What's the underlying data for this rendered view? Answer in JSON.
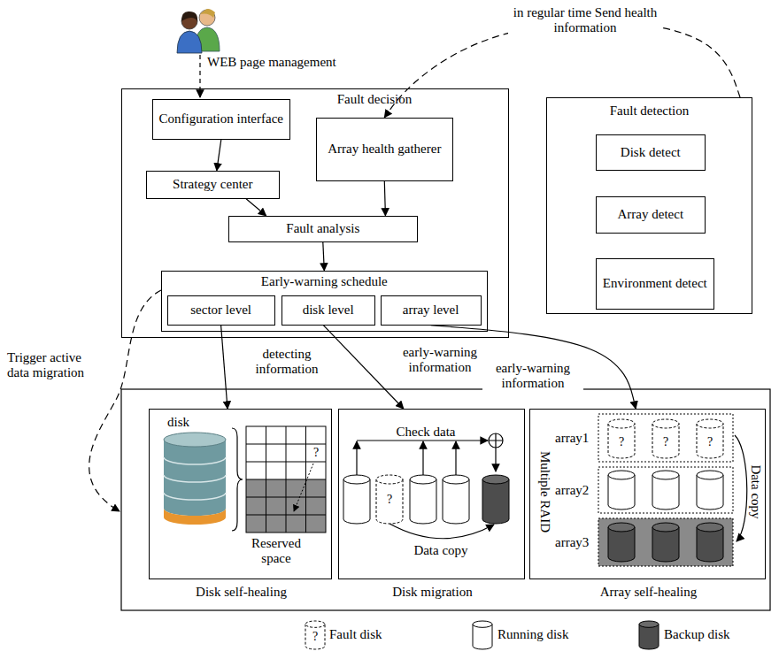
{
  "diagram": {
    "nodes": [
      {
        "text": [
          "Fault decision"
        ]
      },
      {
        "text": [
          "Configuration interface"
        ],
        "in": 0
      },
      {
        "text": [
          "Array health gatherer"
        ],
        "in": 0
      },
      {
        "text": [
          "Strategy center"
        ],
        "in": 0
      },
      {
        "text": [
          "Fault analysis"
        ],
        "in": 0
      },
      {
        "text": [
          "Early-warning schedule"
        ],
        "in": 0
      },
      {
        "text": [
          "sector level"
        ],
        "in": 5
      },
      {
        "text": [
          "disk level"
        ],
        "in": 5
      },
      {
        "text": [
          "array level"
        ],
        "in": 5
      },
      {
        "text": [
          "Fault detection"
        ]
      },
      {
        "text": [
          "Disk detect"
        ],
        "in": 9
      },
      {
        "text": [
          "Array detect"
        ],
        "in": 9
      },
      {
        "text": [
          "Environment detect"
        ],
        "in": 9
      },
      {
        "text": [
          "disk",
          "Reserved space",
          "Disk self-healing"
        ]
      },
      {
        "text": [
          "Check data",
          "Data copy",
          "Disk migration"
        ]
      },
      {
        "text": [
          "Multiple RAID",
          "array1",
          "array2",
          "array3",
          "Data copy",
          "Array self-healing"
        ]
      }
    ],
    "edges": [
      {
        "from": 1,
        "to": 3,
        "arrow": "to"
      },
      {
        "from": 3,
        "to": 4,
        "arrow": "to"
      },
      {
        "from": 2,
        "to": 4,
        "arrow": "to"
      },
      {
        "from": 4,
        "to": 5,
        "arrow": "to"
      },
      {
        "from": 9,
        "to": 2,
        "label": "in regular time Send health information",
        "arrow": "to"
      },
      {
        "from": 6,
        "to": 13,
        "label": "detecting information",
        "arrow": "to"
      },
      {
        "from": 7,
        "to": 14,
        "label": "early-warning information",
        "arrow": "to"
      },
      {
        "from": 8,
        "to": 15,
        "label": "early-warning information",
        "arrow": "to"
      }
    ],
    "labels": [
      "WEB page management",
      "Trigger active data migration",
      "?",
      "?",
      "?",
      "?",
      "?",
      "?"
    ],
    "legend": [
      {
        "text": "Fault disk"
      },
      {
        "text": "Running disk"
      },
      {
        "text": "Backup disk"
      }
    ]
  }
}
